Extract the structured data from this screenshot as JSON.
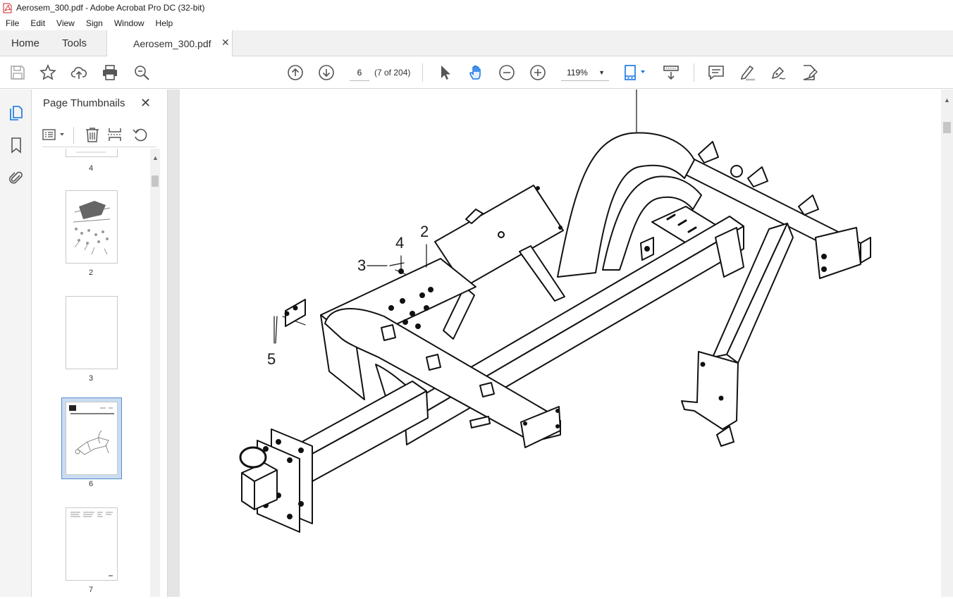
{
  "window": {
    "title": "Aerosem_300.pdf - Adobe Acrobat Pro DC (32-bit)"
  },
  "menu": {
    "items": [
      "File",
      "Edit",
      "View",
      "Sign",
      "Window",
      "Help"
    ]
  },
  "tabs": {
    "home": "Home",
    "tools": "Tools",
    "document": "Aerosem_300.pdf"
  },
  "toolbar": {
    "page_number": "6",
    "page_count": "(7 of 204)",
    "zoom": "119%"
  },
  "thumbnail_panel": {
    "title": "Page Thumbnails",
    "thumbnails": [
      {
        "label": "4"
      },
      {
        "label": "2"
      },
      {
        "label": "3"
      },
      {
        "label": "6",
        "selected": true
      },
      {
        "label": "7"
      }
    ]
  },
  "drawing": {
    "callouts": [
      "2",
      "3",
      "4",
      "5"
    ]
  }
}
